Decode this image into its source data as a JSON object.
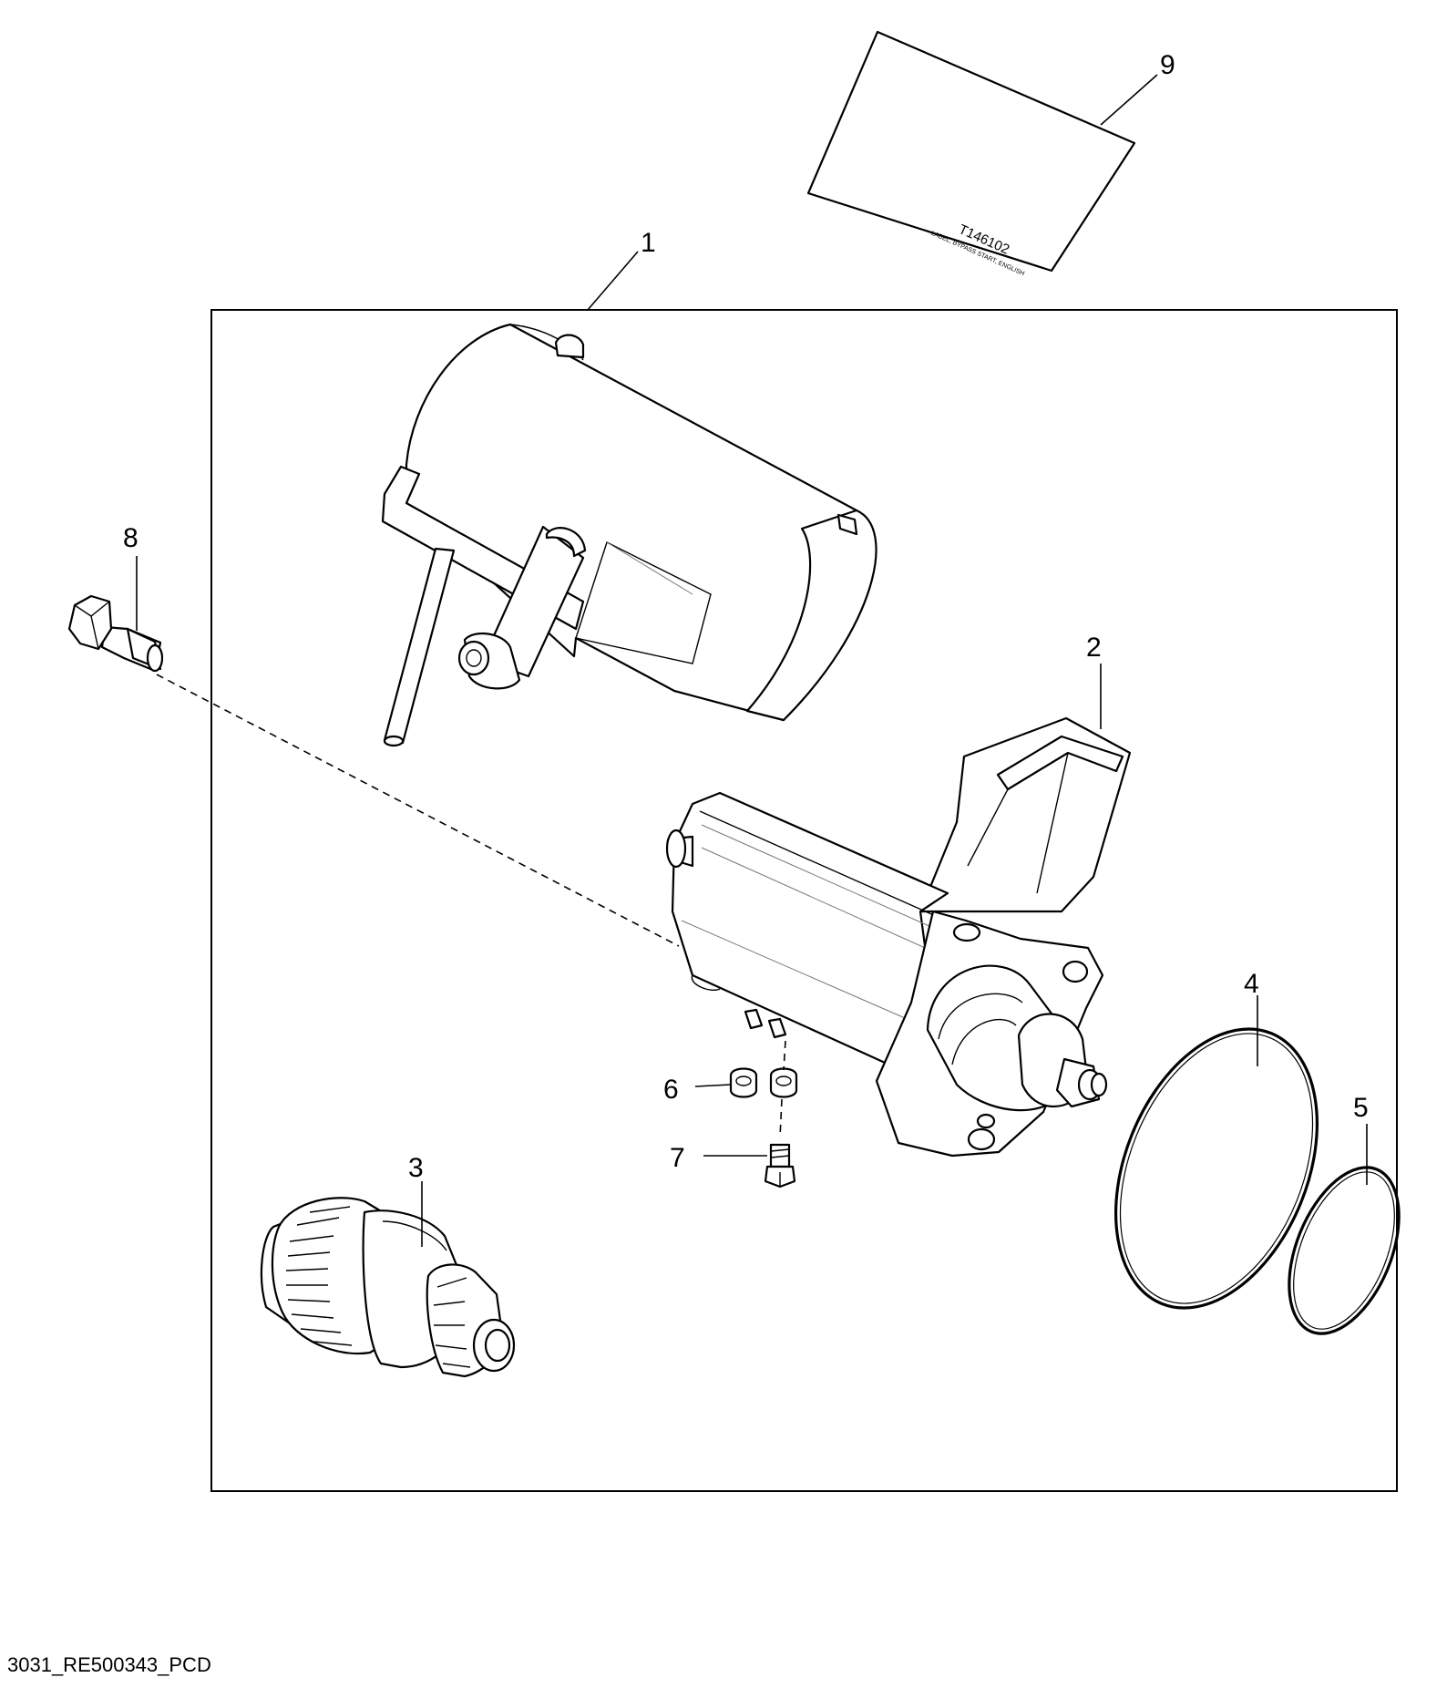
{
  "callouts": {
    "c1": "1",
    "c2": "2",
    "c3": "3",
    "c4": "4",
    "c5": "5",
    "c6": "6",
    "c7": "7",
    "c8": "8",
    "c9": "9"
  },
  "label_sheet": {
    "part_number": "T146102",
    "description": "LABEL, BYPASS START, ENGLISH"
  },
  "footer": {
    "drawing_code": "3031_RE500343_PCD"
  }
}
